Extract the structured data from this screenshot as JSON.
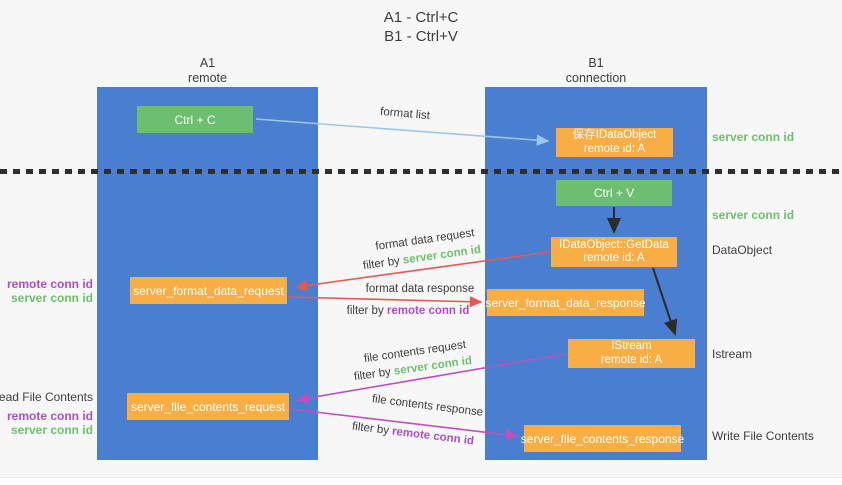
{
  "title": {
    "line1": "A1 - Ctrl+C",
    "line2": "B1 - Ctrl+V"
  },
  "columns": {
    "left": {
      "id": "A1",
      "role": "remote"
    },
    "right": {
      "id": "B1",
      "role": "connection"
    }
  },
  "nodes": {
    "ctrl_c": "Ctrl + C",
    "save_idataobject": {
      "line1": "保存IDataObject",
      "line2": "remote id: A"
    },
    "ctrl_v": "Ctrl + V",
    "getdata": {
      "line1": "IDataObject::GetData",
      "line2": "remote id: A"
    },
    "format_request": "server_format_data_request",
    "format_response": "server_format_data_response",
    "istream": {
      "line1": "IStream",
      "line2": "remote id: A"
    },
    "file_request": "server_file_contents_request",
    "file_response": "server_file_contents_response"
  },
  "side_labels": {
    "server_conn_id": "server conn id",
    "remote_conn_id": "remote conn id",
    "dataobject": "DataObject",
    "istream": "Istream",
    "read_file_contents": "Read File Contents",
    "write_file_contents": "Write File Contents"
  },
  "arrow_labels": {
    "format_list": "format list",
    "format_data_request": "format data request",
    "format_data_response": "format data response",
    "file_contents_request": "file contents request",
    "file_contents_response": "file contents response",
    "filter_by": "filter by",
    "server_conn_id": "server conn id",
    "remote_conn_id": "remote conn id"
  },
  "colors": {
    "panel_blue": "#4A7ED0",
    "box_green": "#6CBE70",
    "box_orange": "#F9AE45",
    "arrow_blue": "#9CC7EC",
    "arrow_red": "#EA5750",
    "arrow_magenta": "#BE50BE",
    "arrow_black": "#2B2B2B",
    "label_green": "#6FBF6F",
    "label_purple": "#AC4FC5",
    "label_dark": "#3D3D3D",
    "background": "#F7F7F8"
  }
}
